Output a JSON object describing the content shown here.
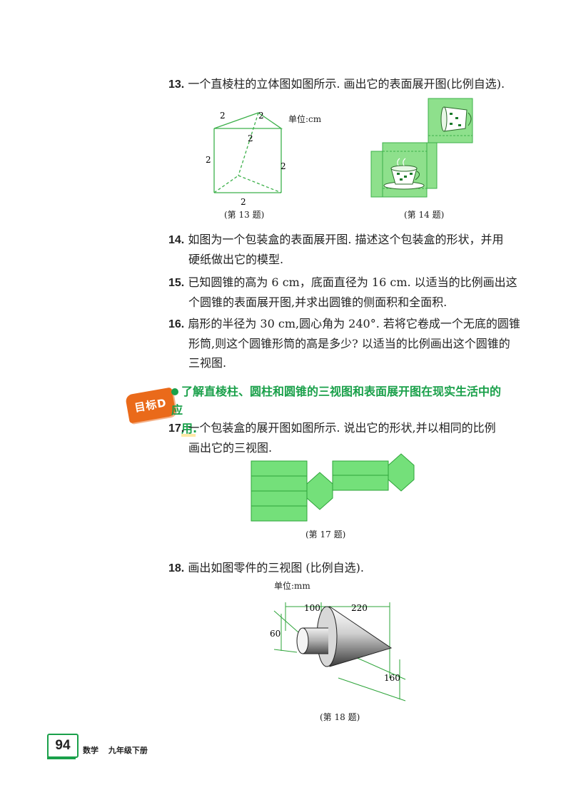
{
  "q13": {
    "number": "13.",
    "text": "一个直棱柱的立体图如图所示. 画出它的表面展开图(比例自选)."
  },
  "fig13": {
    "unit": "单位:cm",
    "labels": [
      "2",
      "2",
      "2",
      "2",
      "2",
      "2"
    ],
    "caption": "(第 13 题)"
  },
  "fig14": {
    "caption": "(第 14 题)",
    "fill_color": "#8ee08c",
    "edge_color": "#3cb04a"
  },
  "q14": {
    "number": "14.",
    "line1": "如图为一个包装盒的表面展开图. 描述这个包装盒的形状，并用",
    "line2": "硬纸做出它的模型."
  },
  "q15": {
    "number": "15.",
    "line1": "已知圆锥的高为 6 cm，底面直径为 16 cm. 以适当的比例画出这",
    "line2": "个圆锥的表面展开图,并求出圆锥的侧面积和全面积."
  },
  "q16": {
    "number": "16.",
    "line1": "扇形的半径为 30 cm,圆心角为 240°. 若将它卷成一个无底的圆锥",
    "line2": "形筒,则这个圆锥形筒的高是多少? 以适当的比例画出这个圆锥的",
    "line3": "三视图."
  },
  "goal": {
    "badge": "目标D",
    "line1": "了解直棱柱、圆柱和圆锥的三视图和表面展开图在现实生活中的应",
    "line2": "用.",
    "color": "#1aa04a",
    "badge_color": "#ea6a1a"
  },
  "q17": {
    "number": "17.",
    "line1": "一个包装盒的展开图如图所示. 说出它的形状,并以相同的比例",
    "line2": "画出它的三视图."
  },
  "fig17": {
    "caption": "(第 17 题)",
    "fill_color": "#74e07a",
    "edge_color": "#2ea43a"
  },
  "q18": {
    "number": "18.",
    "text": "画出如图零件的三视图 (比例自选)."
  },
  "fig18": {
    "unit": "单位:mm",
    "dims": [
      "100",
      "220",
      "60",
      "160"
    ],
    "caption": "(第 18 题)"
  },
  "footer": {
    "page": "94",
    "subject": "数学",
    "grade": "九年级下册"
  }
}
